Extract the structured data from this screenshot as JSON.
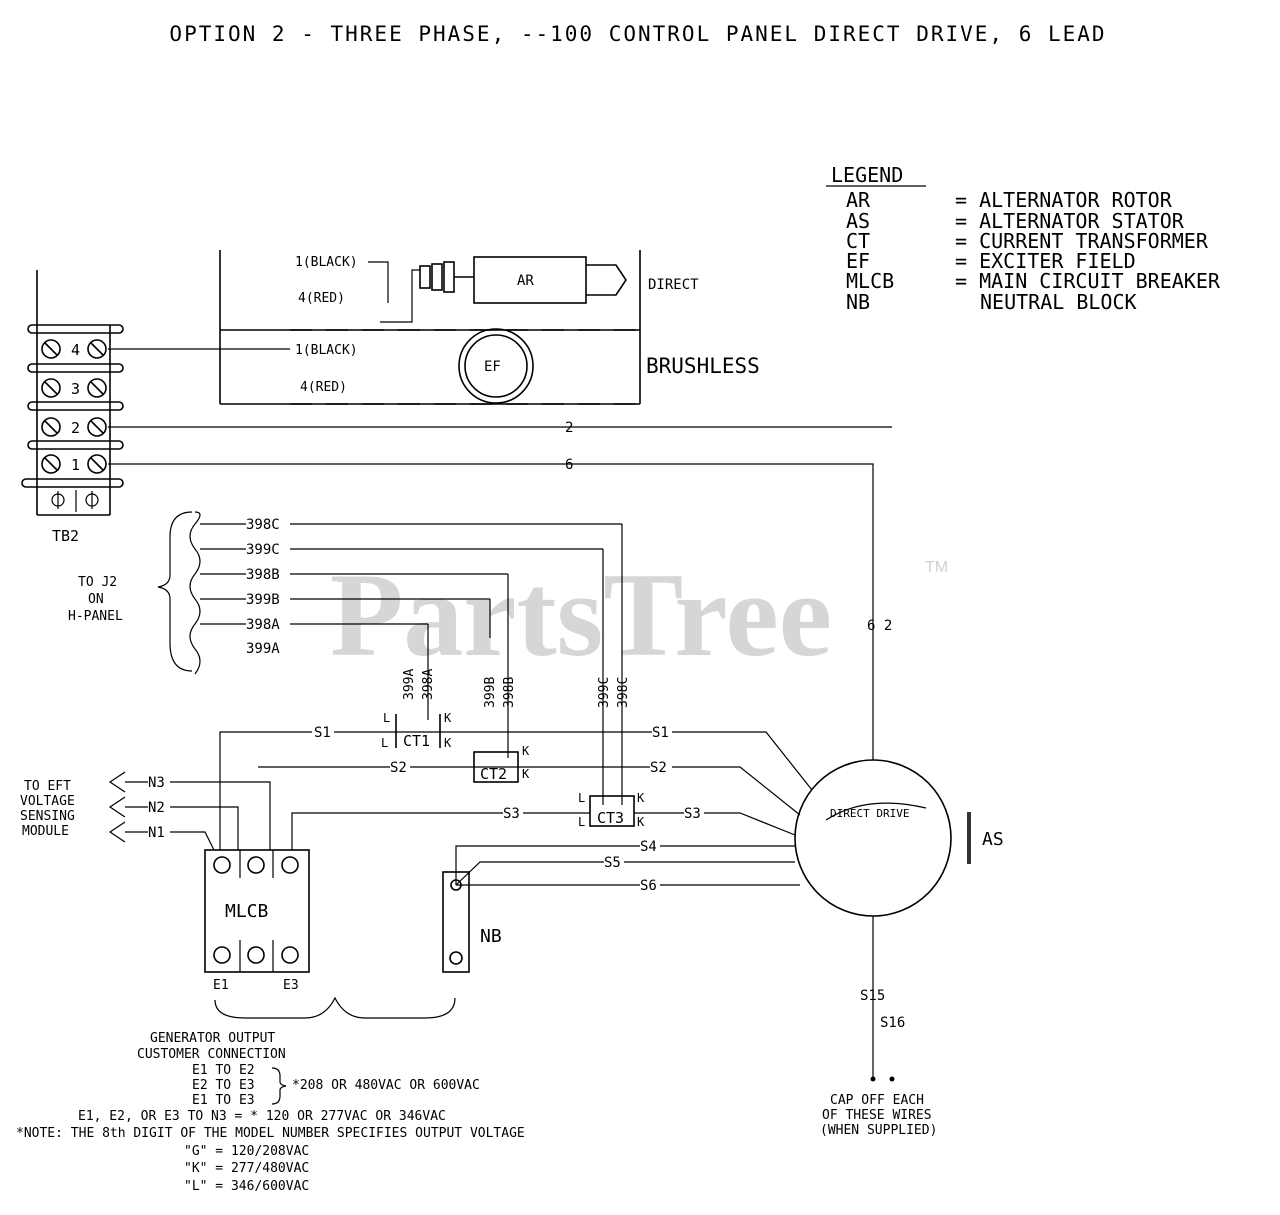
{
  "title": "OPTION 2 - THREE PHASE, --100 CONTROL PANEL DIRECT DRIVE, 6 LEAD",
  "legend": {
    "heading": "LEGEND",
    "entries": [
      {
        "code": "AR",
        "desc": "= ALTERNATOR ROTOR"
      },
      {
        "code": "AS",
        "desc": "= ALTERNATOR STATOR"
      },
      {
        "code": "CT",
        "desc": "= CURRENT TRANSFORMER"
      },
      {
        "code": "EF",
        "desc": "= EXCITER FIELD"
      },
      {
        "code": "MLCB",
        "desc": "= MAIN CIRCUIT BREAKER"
      },
      {
        "code": "NB",
        "desc": "NEUTRAL BLOCK"
      }
    ]
  },
  "tb2": {
    "label": "TB2",
    "terminals": [
      "4",
      "3",
      "2",
      "1"
    ]
  },
  "excitation": {
    "ar": "AR",
    "ef": "EF",
    "direct": "DIRECT",
    "brushless": "BRUSHLESS",
    "wire_black_1": "1(BLACK)",
    "wire_red_1": "4(RED)",
    "wire_black_2": "1(BLACK)",
    "wire_red_2": "4(RED)"
  },
  "wires": {
    "w2": "2",
    "w6": "6",
    "w62": "6 2",
    "s1a": "S1",
    "s1b": "S1",
    "s2a": "S2",
    "s2b": "S2",
    "s3a": "S3",
    "s3b": "S3",
    "s4": "S4",
    "s5": "S5",
    "s6": "S6",
    "s15": "S15",
    "s16": "S16",
    "n1": "N1",
    "n2": "N2",
    "n3": "N3"
  },
  "sensing": {
    "wires": [
      "398C",
      "399C",
      "398B",
      "399B",
      "398A",
      "399A"
    ],
    "note": [
      "TO J2",
      "ON",
      "H-PANEL"
    ],
    "ct1_leads": [
      "399A",
      "398A"
    ],
    "ct2_leads": [
      "399B",
      "398B"
    ],
    "ct3_leads": [
      "399C",
      "398C"
    ]
  },
  "cts": {
    "ct1": "CT1",
    "ct2": "CT2",
    "ct3": "CT3"
  },
  "ct_marks": {
    "l": "L",
    "k": "K"
  },
  "voltage_module": [
    "TO EFT",
    "VOLTAGE",
    "SENSING",
    "MODULE"
  ],
  "mlcb": {
    "label": "MLCB",
    "e1": "E1",
    "e3": "E3"
  },
  "nb": {
    "label": "NB"
  },
  "stator": {
    "label": "AS",
    "inner": "DIRECT DRIVE"
  },
  "cap_note": [
    "CAP OFF EACH",
    "OF THESE WIRES",
    "(WHEN SUPPLIED)"
  ],
  "output": {
    "line1": "GENERATOR OUTPUT",
    "line2": "CUSTOMER CONNECTION",
    "pairs": [
      "E1 TO E2",
      "E2 TO E3",
      "E1 TO E3"
    ],
    "pairs_value": "*208 OR 480VAC OR 600VAC",
    "line_to_neutral": "E1, E2, OR E3 TO N3 = * 120 OR 277VAC OR 346VAC",
    "note": "*NOTE: THE 8th DIGIT OF THE MODEL NUMBER SPECIFIES OUTPUT VOLTAGE",
    "codes": [
      "\"G\" = 120/208VAC",
      "\"K\" = 277/480VAC",
      "\"L\" = 346/600VAC"
    ]
  },
  "watermark": {
    "text": "PartsTree",
    "tm": "TM"
  }
}
